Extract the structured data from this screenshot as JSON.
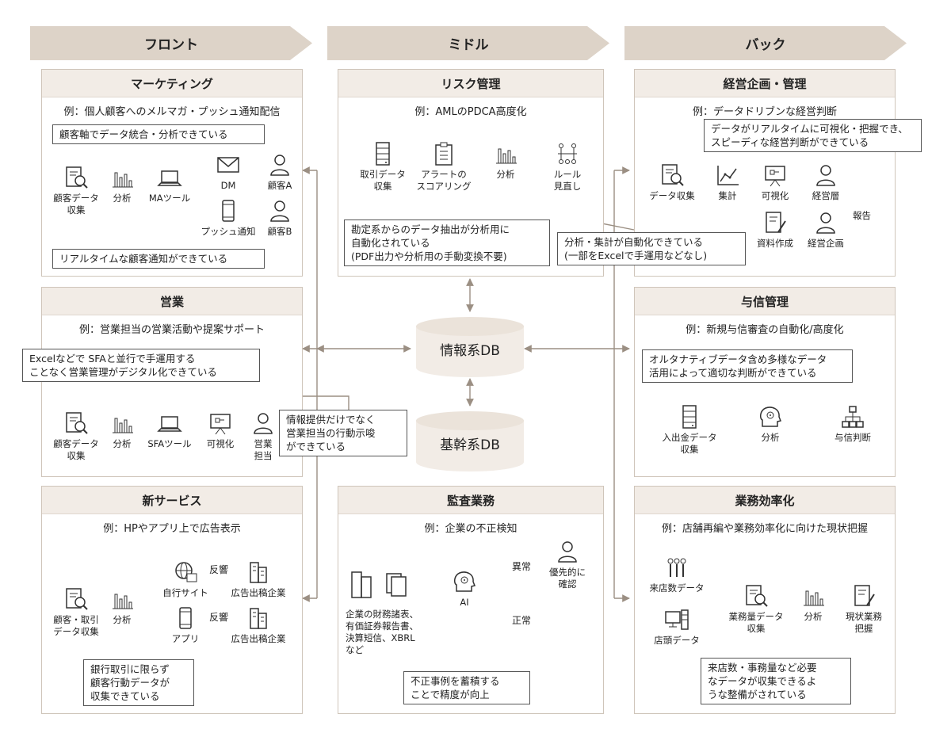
{
  "banners": {
    "front": "フロント",
    "middle": "ミドル",
    "back": "バック"
  },
  "marketing": {
    "title": "マーケティング",
    "example": "例：個人顧客へのメルマガ・プッシュ通知配信",
    "note1": "顧客軸でデータ統合・分析できている",
    "note2": "リアルタイムな顧客通知ができている",
    "nodes": {
      "collect": "顧客データ\n収集",
      "analysis": "分析",
      "ma": "MAツール",
      "dm": "DM",
      "push": "プッシュ通知",
      "custA": "顧客A",
      "custB": "顧客B"
    }
  },
  "sales": {
    "title": "営業",
    "example": "例：営業担当の営業活動や提案サポート",
    "note1": "Excelなどで SFAと並行で手運用する\nことなく営業管理がデジタル化できている",
    "note2": "情報提供だけでなく\n営業担当の行動示唆\nができている",
    "nodes": {
      "collect": "顧客データ\n収集",
      "analysis": "分析",
      "sfa": "SFAツール",
      "viz": "可視化",
      "rep": "営業\n担当"
    }
  },
  "newsvc": {
    "title": "新サービス",
    "example": "例：HPやアプリ上で広告表示",
    "note1": "銀行取引に限らず\n顧客行動データが\n収集できている",
    "nodes": {
      "collect": "顧客・取引\nデータ収集",
      "analysis": "分析",
      "site": "自行サイト",
      "app": "アプリ",
      "resp1": "反響",
      "resp2": "反響",
      "adv1": "広告出稿企業",
      "adv2": "広告出稿企業"
    }
  },
  "risk": {
    "title": "リスク管理",
    "example": "例：AMLのPDCA高度化",
    "note1": "勘定系からのデータ抽出が分析用に\n自動化されている\n(PDF出力や分析用の手動変換不要)",
    "nodes": {
      "collect": "取引データ\n収集",
      "score": "アラートの\nスコアリング",
      "analysis": "分析",
      "rule": "ルール\n見直し"
    }
  },
  "db": {
    "info": "情報系DB",
    "core": "基幹系DB"
  },
  "audit": {
    "title": "監査業務",
    "example": "例：企業の不正検知",
    "note1": "不正事例を蓄積する\nことで精度が向上",
    "nodes": {
      "docs": "企業の財務諸表、\n有価証券報告書、\n決算短信、XBRL\nなど",
      "ai": "AI",
      "abnormal": "異常",
      "normal": "正常",
      "priority": "優先的に\n確認"
    }
  },
  "mgmt": {
    "title": "経営企画・管理",
    "example": "例：データドリブンな経営判断",
    "note1": "データがリアルタイムに可視化・把握でき、\nスピーディな経営判断ができている",
    "nodes": {
      "collect": "データ収集",
      "sum": "集計",
      "viz": "可視化",
      "exec": "経営層",
      "report": "資料作成",
      "plan": "経営企画",
      "rep": "報告"
    }
  },
  "shared_note": "分析・集計が自動化できている\n(一部をExcelで手運用などなし)",
  "credit": {
    "title": "与信管理",
    "example": "例：新規与信審査の自動化/高度化",
    "note1": "オルタナティブデータ含め多様なデータ\n活用によって適切な判断ができている",
    "nodes": {
      "collect": "入出金データ\n収集",
      "analysis": "分析",
      "judge": "与信判断"
    }
  },
  "eff": {
    "title": "業務効率化",
    "example": "例：店舗再編や業務効率化に向けた現状把握",
    "note1": "来店数・事務量など必要\nなデータが収集できるよ\nうな整備がされている",
    "nodes": {
      "visitors": "来店数データ",
      "store": "店頭データ",
      "workload": "業務量データ\n収集",
      "analysis": "分析",
      "current": "現状業務\n把握"
    }
  }
}
